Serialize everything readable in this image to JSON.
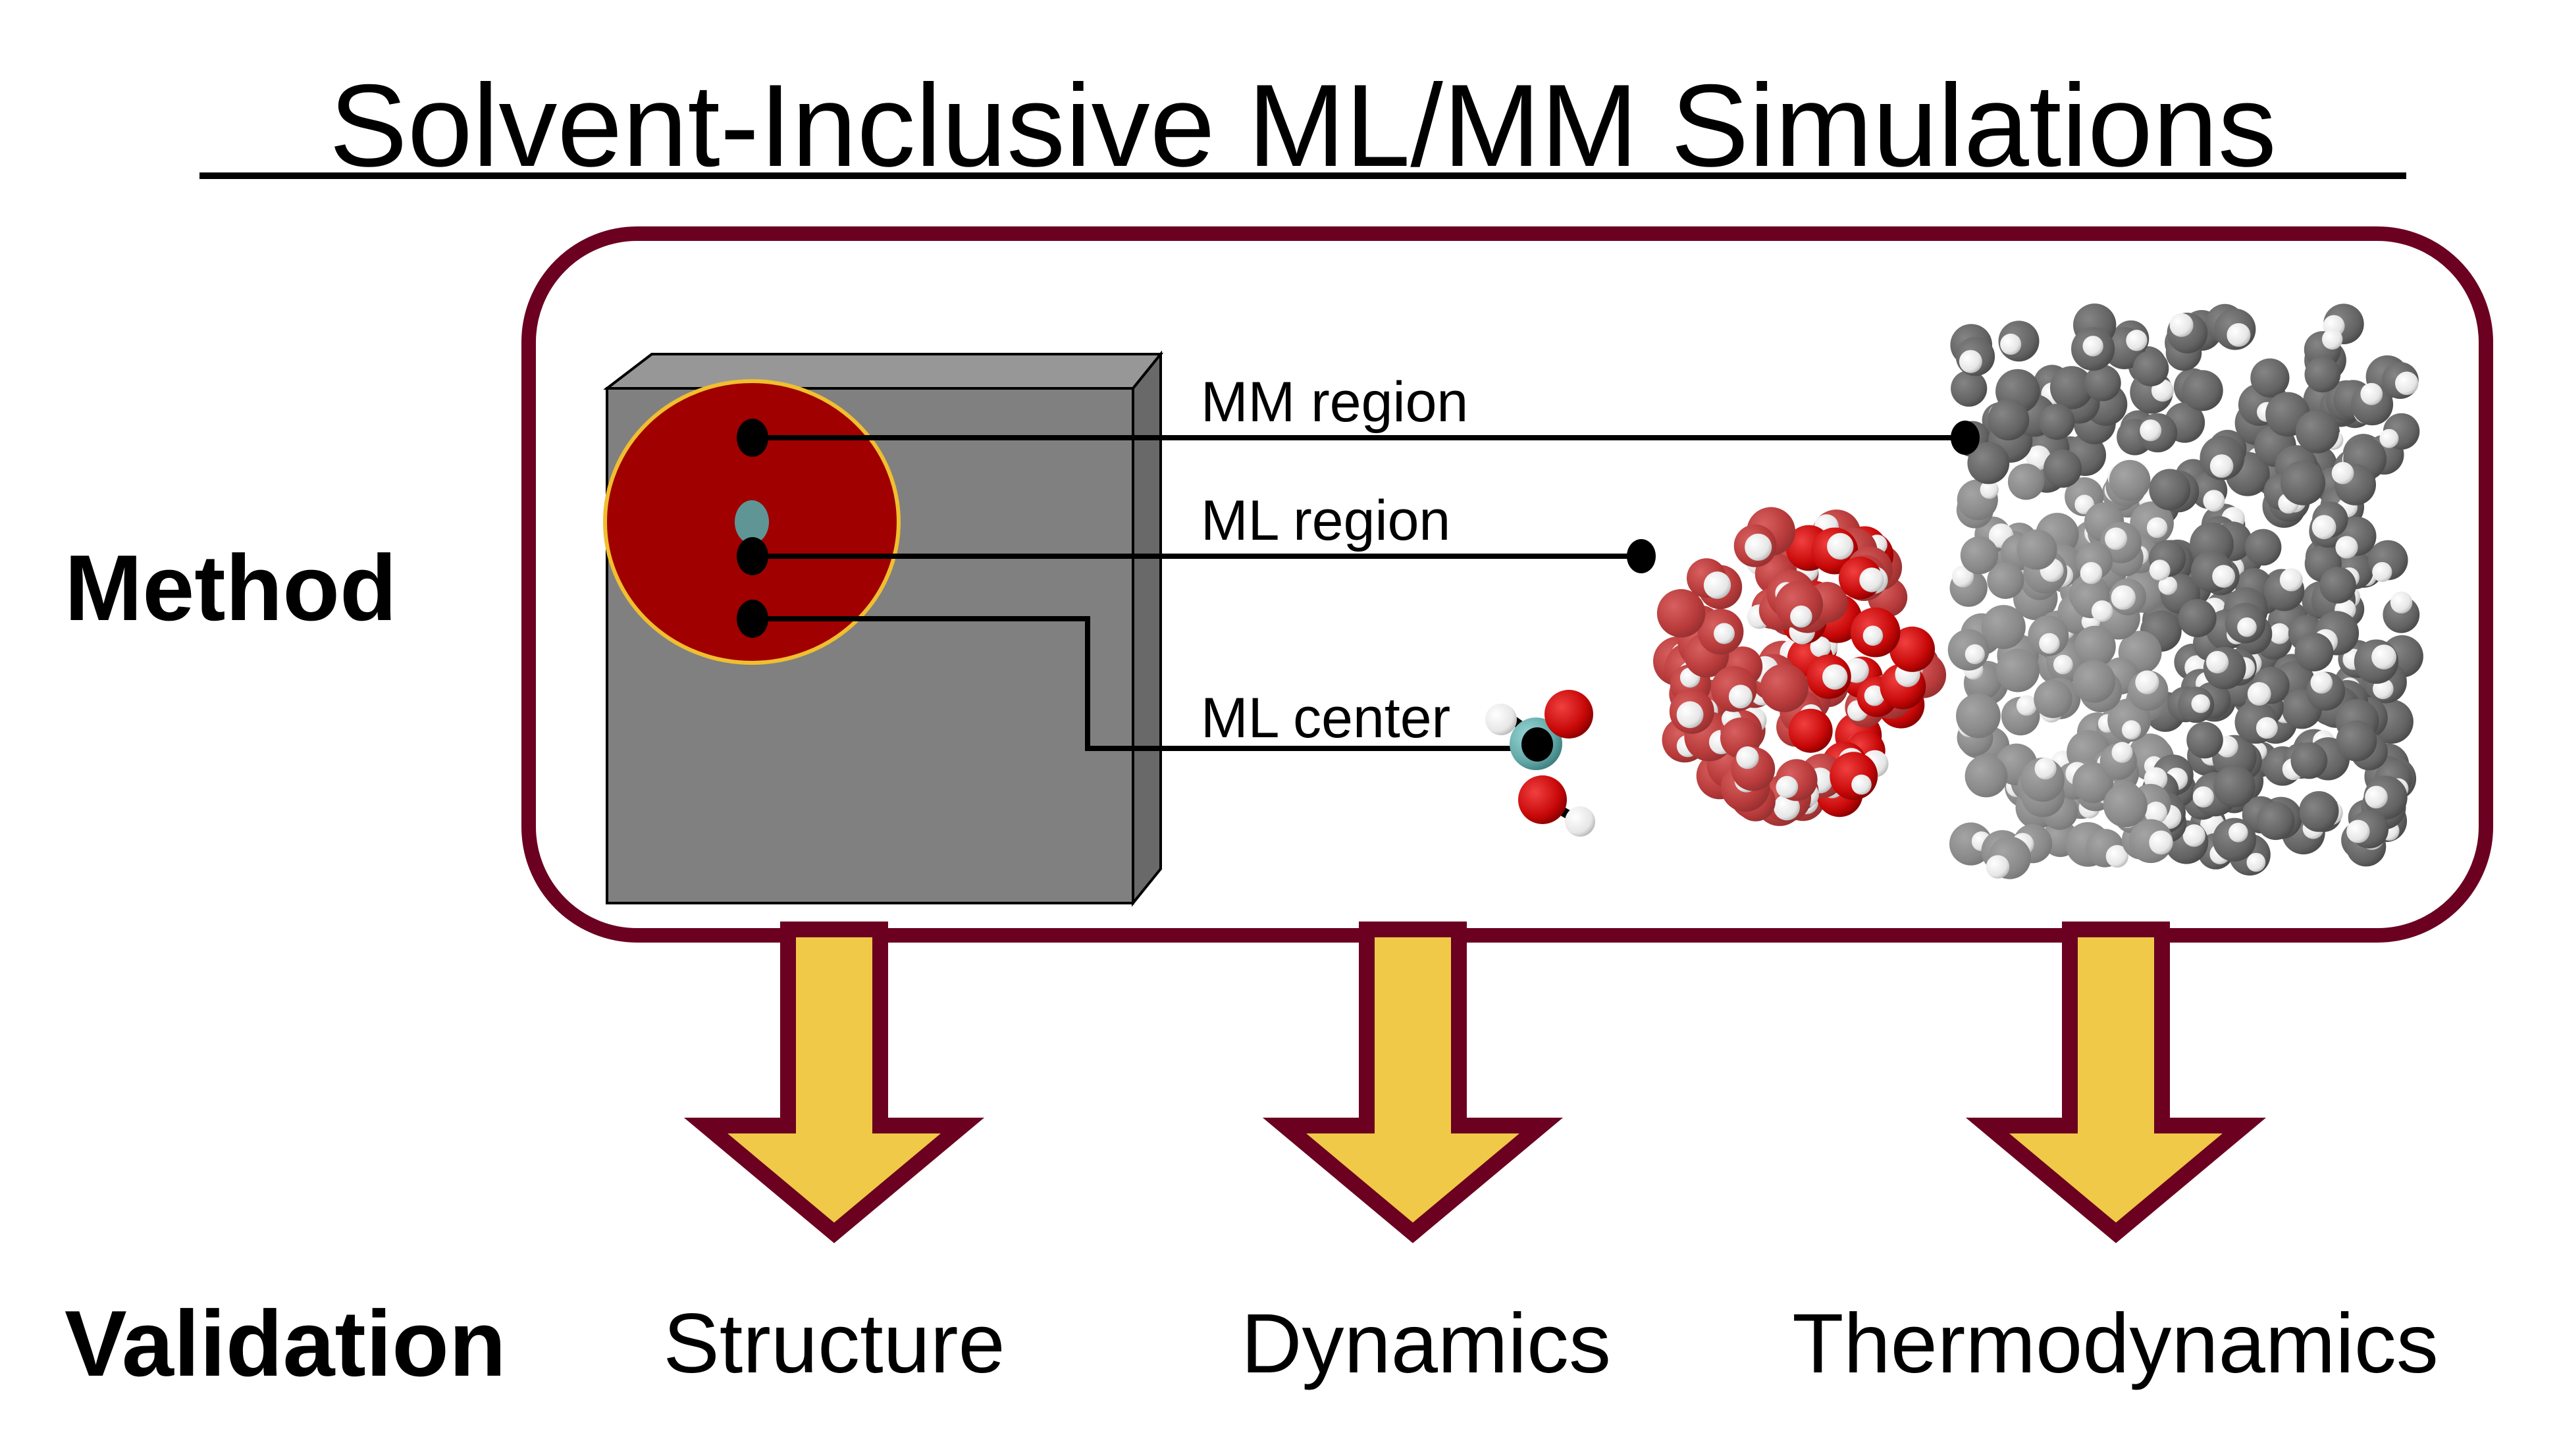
{
  "title": "Solvent-Inclusive ML/MM Simulations",
  "rows": {
    "method": "Method",
    "validation": "Validation"
  },
  "schematic": {
    "labels": {
      "mm_region": "MM region",
      "ml_region": "ML region",
      "ml_center": "ML center"
    }
  },
  "outputs": [
    {
      "label": "Structure"
    },
    {
      "label": "Dynamics"
    },
    {
      "label": "Thermodynamics"
    }
  ],
  "colors": {
    "frame": "#6b0020",
    "arrow_fill": "#f0c948",
    "ml_region": "#a00000",
    "ml_region_outline": "#f0bf30",
    "ml_center": "#5f9595",
    "cube_front": "#808080",
    "cube_top": "#979797",
    "cube_side": "#696969",
    "oxygen": "#d01010",
    "hydrogen": "#f0f0f0",
    "carbon_teal": "#6cb8b8",
    "mm_atom": "#6a6a6a"
  }
}
